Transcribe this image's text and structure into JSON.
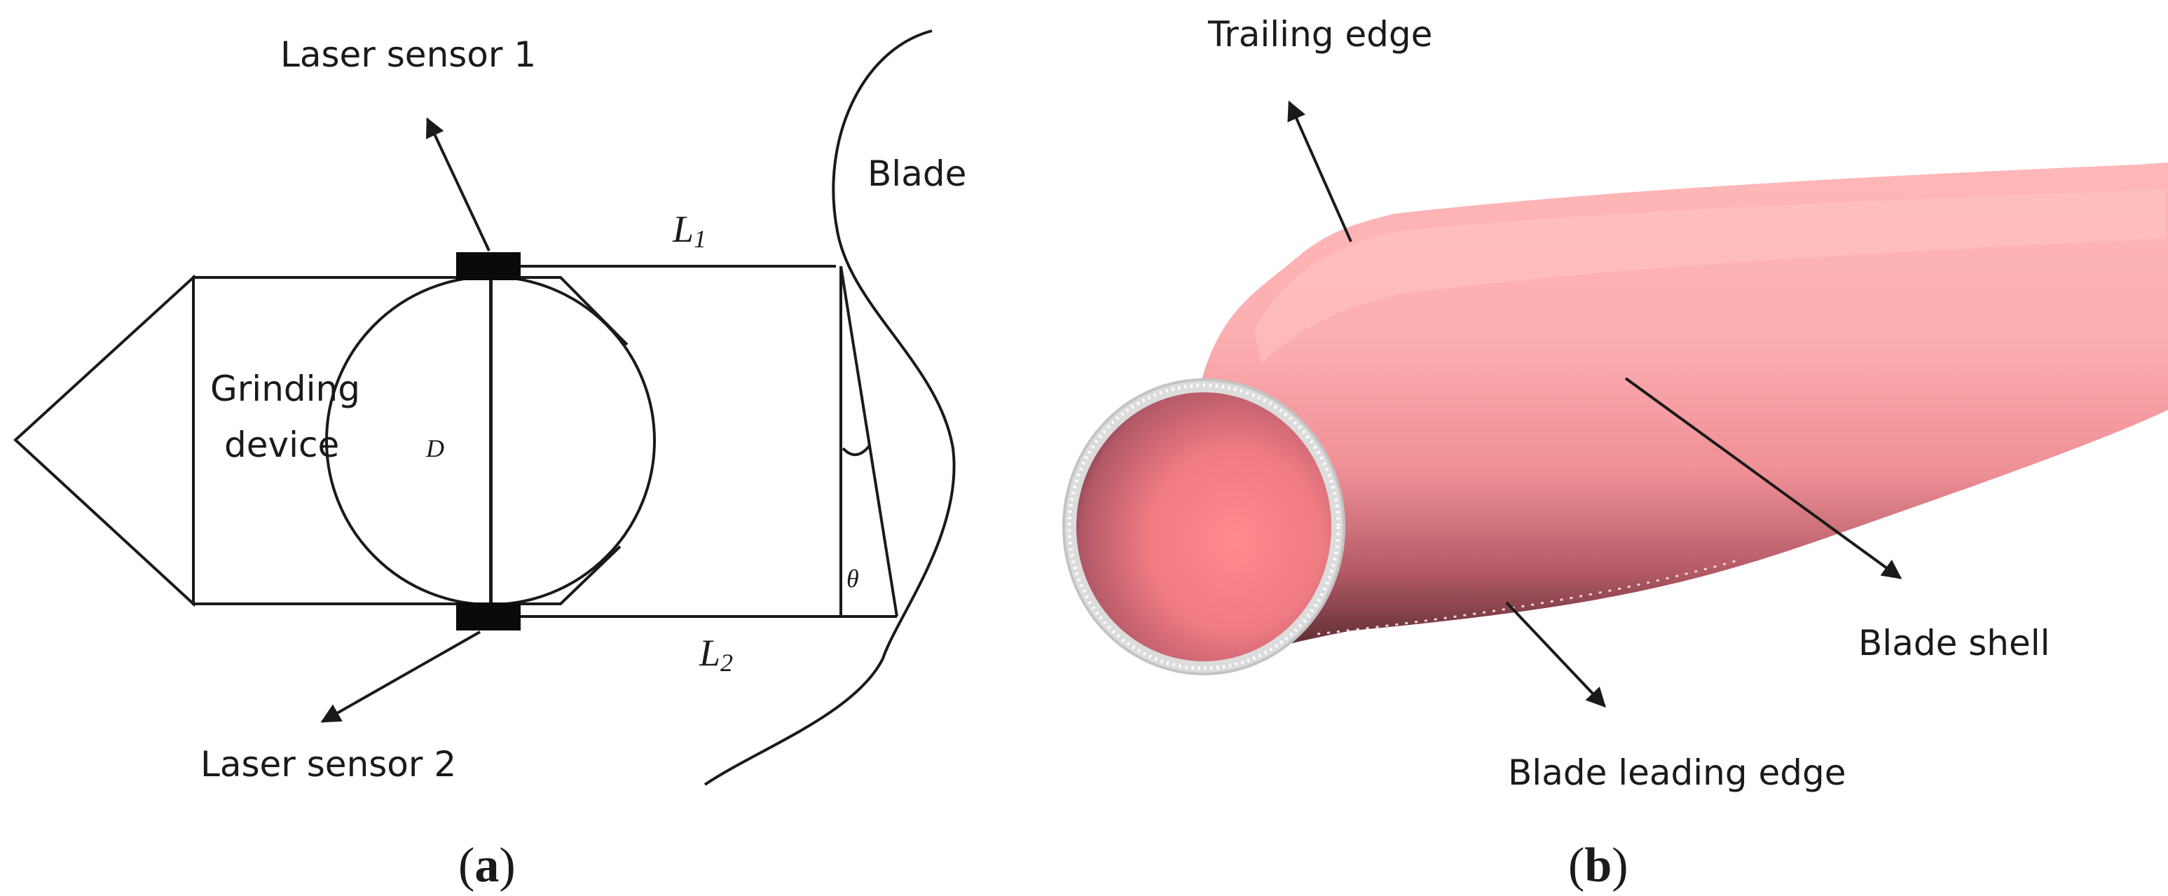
{
  "panel_a": {
    "laser_sensor_1": "Laser sensor 1",
    "laser_sensor_2": "Laser sensor 2",
    "blade": "Blade",
    "grinding_line1": "Grinding",
    "grinding_line2": "device",
    "diameter": "D",
    "l1_letter": "L",
    "l1_sub": "1",
    "l2_letter": "L",
    "l2_sub": "2",
    "theta": "θ",
    "caption_open": "(",
    "caption_letter": "a",
    "caption_close": ")"
  },
  "panel_b": {
    "trailing_edge": "Trailing edge",
    "blade_shell": "Blade shell",
    "leading_edge": "Blade leading edge",
    "caption_open": "(",
    "caption_letter": "b",
    "caption_close": ")"
  },
  "colors": {
    "line": "#1a1a1a",
    "blade_pink": "#f7a7aa",
    "blade_shadow": "#5a2a30",
    "rim": "#d8d8d8"
  }
}
